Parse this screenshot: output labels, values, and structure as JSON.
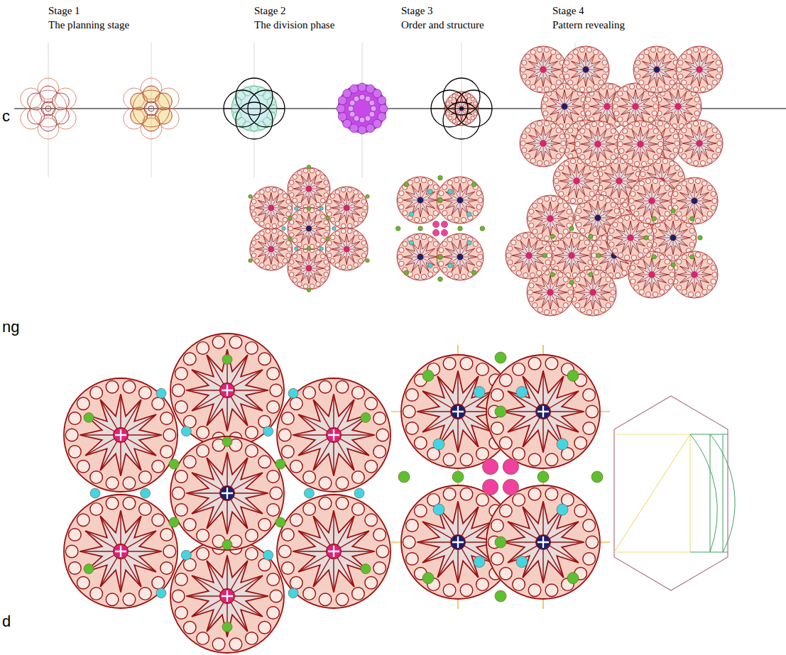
{
  "diagram": {
    "labels": [
      "Stage 1",
      "The planning stage",
      "Stage 2",
      "The division phase",
      "Stage 3",
      "Order and structure",
      "Stage 4",
      "Pattern revealing",
      "c",
      "ng",
      "d"
    ]
  }
}
